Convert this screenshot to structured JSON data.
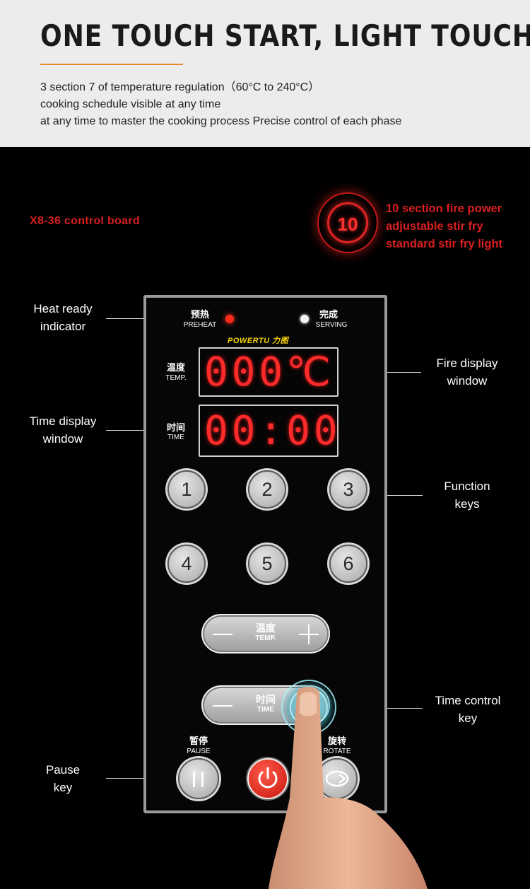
{
  "header": {
    "headline": "ONE TOUCH START, LIGHT TOUCH",
    "lines": [
      "3 section 7 of temperature regulation（60°C to 240°C）",
      "cooking schedule visible at any time",
      "at any time to master the cooking process Precise control of each phase"
    ]
  },
  "board_title": "X8-36 control board",
  "fire_badge": {
    "number": "10",
    "lines": [
      "10 section fire power",
      "adjustable stir fry",
      "standard stir fry light"
    ]
  },
  "callouts": {
    "heat_ready": [
      "Heat ready",
      "indicator"
    ],
    "fire_display": [
      "Fire display",
      "window"
    ],
    "time_display": [
      "Time display",
      "window"
    ],
    "function_keys": [
      "Function",
      "keys"
    ],
    "time_control": [
      "Time control",
      "key"
    ],
    "pause_key": [
      "Pause",
      "key"
    ]
  },
  "panel": {
    "preheat": {
      "cn": "预热",
      "en": "PREHEAT"
    },
    "serving": {
      "cn": "完成",
      "en": "SERVING"
    },
    "brand": "POWERTU 力图",
    "temp_label": {
      "cn": "温度",
      "en": "TEMP."
    },
    "time_label": {
      "cn": "时间",
      "en": "TIME"
    },
    "temp_display": "000℃",
    "time_display": "00:00",
    "keys": [
      "1",
      "2",
      "3",
      "4",
      "5",
      "6"
    ],
    "temp_pill": {
      "cn": "温度",
      "en": "TEMP."
    },
    "time_pill": {
      "cn": "时间",
      "en": "TIME"
    },
    "pause": {
      "cn": "暂停",
      "en": "PAUSE"
    },
    "rotate": {
      "cn": "旋转",
      "en": "ROTATE"
    }
  },
  "colors": {
    "accent_red": "#d81f1f",
    "led_red": "#ff2a2a",
    "rule_orange": "#e88a2a",
    "brand_yellow": "#f5d20c"
  }
}
